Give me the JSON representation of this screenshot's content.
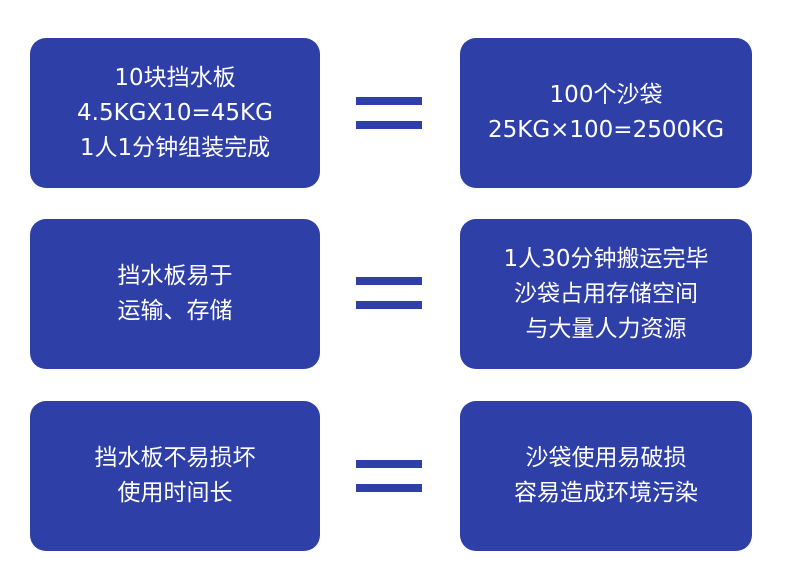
{
  "colors": {
    "box_fill": "#2f3fa8",
    "equals_sign": "#2f3fa8",
    "text": "#ffffff",
    "background": "#ffffff"
  },
  "rows": [
    {
      "left_lines": [
        "10块挡水板",
        "4.5KGX10=45KG",
        "1人1分钟组装完成"
      ],
      "right_lines": [
        "100个沙袋",
        "25KG×100=2500KG"
      ]
    },
    {
      "left_lines": [
        "挡水板易于",
        "运输、存储"
      ],
      "right_lines": [
        "1人30分钟搬运完毕",
        "沙袋占用存储空间",
        "与大量人力资源"
      ]
    },
    {
      "left_lines": [
        "挡水板不易损坏",
        "使用时间长"
      ],
      "right_lines": [
        "沙袋使用易破损",
        "容易造成环境污染"
      ]
    }
  ]
}
